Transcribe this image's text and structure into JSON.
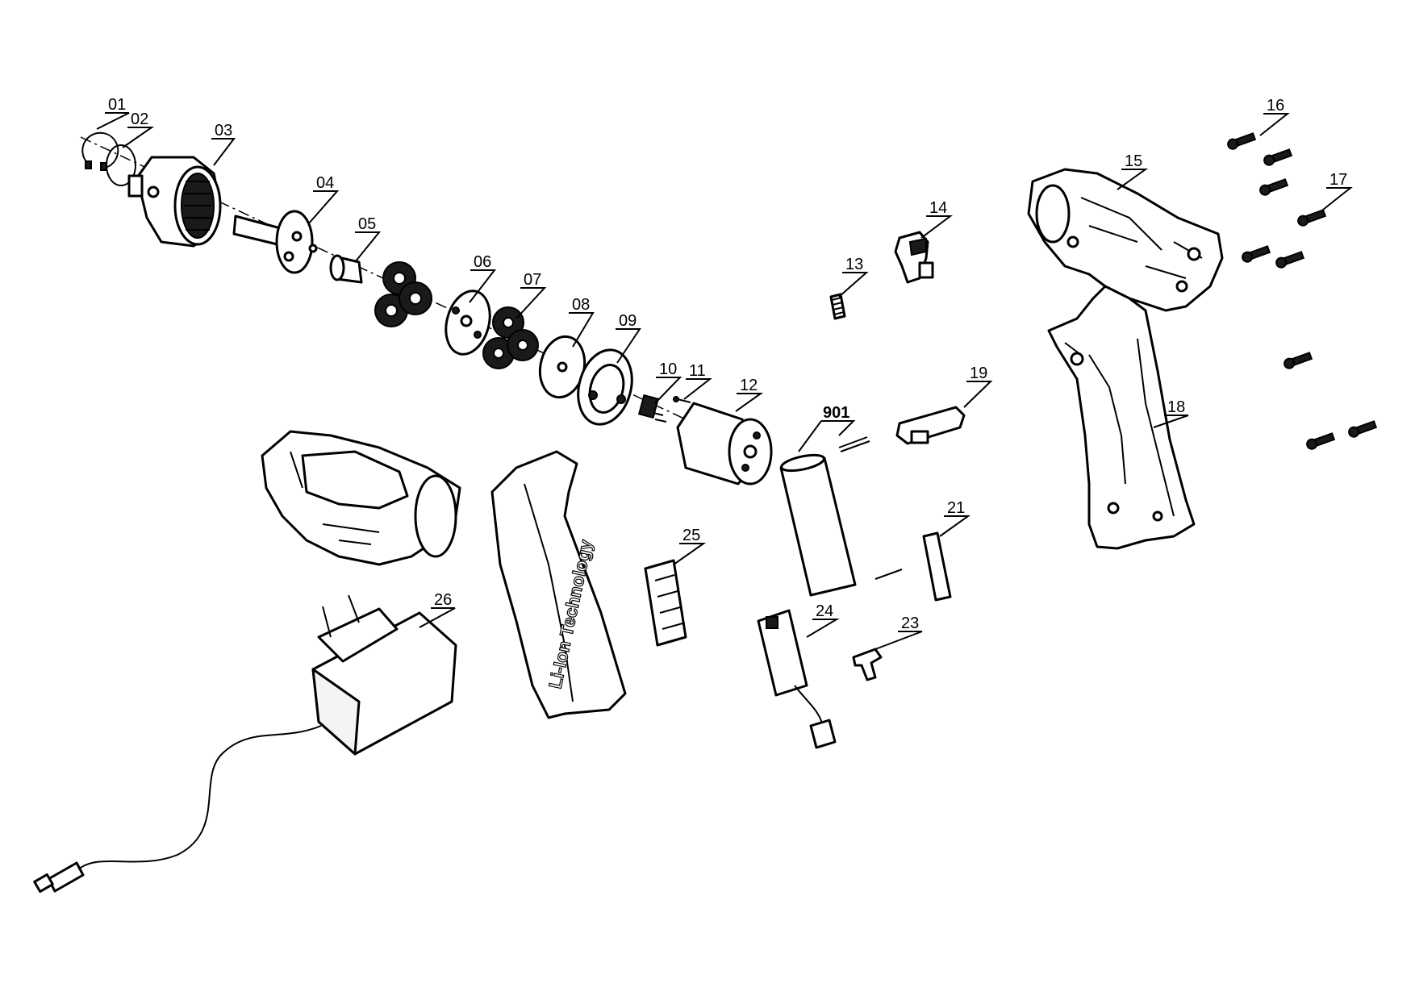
{
  "diagram": {
    "parts": [
      {
        "id": "01",
        "label": "01"
      },
      {
        "id": "02",
        "label": "02"
      },
      {
        "id": "03",
        "label": "03"
      },
      {
        "id": "04",
        "label": "04"
      },
      {
        "id": "05",
        "label": "05"
      },
      {
        "id": "06",
        "label": "06"
      },
      {
        "id": "07",
        "label": "07"
      },
      {
        "id": "08",
        "label": "08"
      },
      {
        "id": "09",
        "label": "09"
      },
      {
        "id": "10",
        "label": "10"
      },
      {
        "id": "11",
        "label": "11"
      },
      {
        "id": "12",
        "label": "12"
      },
      {
        "id": "13",
        "label": "13"
      },
      {
        "id": "14",
        "label": "14"
      },
      {
        "id": "15",
        "label": "15"
      },
      {
        "id": "16",
        "label": "16"
      },
      {
        "id": "17",
        "label": "17"
      },
      {
        "id": "18",
        "label": "18"
      },
      {
        "id": "19",
        "label": "19"
      },
      {
        "id": "21",
        "label": "21"
      },
      {
        "id": "23",
        "label": "23"
      },
      {
        "id": "24",
        "label": "24"
      },
      {
        "id": "25",
        "label": "25"
      },
      {
        "id": "26",
        "label": "26"
      },
      {
        "id": "901",
        "label": "901"
      }
    ],
    "embossed_text": "Li-Ion Technology"
  }
}
